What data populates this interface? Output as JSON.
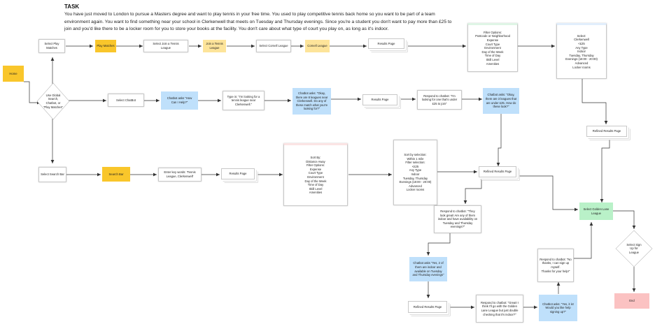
{
  "task": {
    "title": "TASK",
    "description": "You have just moved to London to pursue a Masters degree and want to play tennis in your free time. You used to play competitive tennis back home so you want to be part of a team environment again. You want to find something near your school in Clerkenwell that meets on Tuesday and Thursday evenings. Since you're a student you don't want to pay more than £25 to join and you'd like there to be a locker room for you to store your books at the facility. You don't care about what type of court you play on, as long as it's indoor."
  },
  "nodes": {
    "home": "Home",
    "decision_search": "Use Global\nSearch,\nChatbot, or\n\"Play Matches\"",
    "select_play_matches": "Select Play\nMatches",
    "play_matches": "Play Matches",
    "select_join_league": "Select Join a Tennis\nLeague",
    "join_league": "Join a Tennis\nLeague",
    "select_cornell": "Select Cornell League",
    "cornell_league": "Cornell League",
    "results_page_1": "Results Page",
    "filter_options_1": "Filter Options:\nPostcode or Neighborhood\nExpense\nCourt Type\nEnvironment\nDay of the Week\nTime of Day\nSkill Level\nAmenities",
    "select_filters_1": "Select:\nClerkenwell\n<£25\nAny Type\nIndoor\nTuesday, Thursday\nEvenings (18:00 - 20:00)\nAdvanced\nLocker rooms",
    "select_chatbot": "Select ChatBot",
    "chatbot_how_can_help": "Chatbot asks \"How\nCan I Help?\"",
    "type_looking": "Type in: \"I'm looking for a\ntennis league near\nClerkenwell.\"",
    "chatbot_okay_8": "Chatbot asks: \"Okay,\nthere are 8 leagues near\nClerkenwell. Do any of\nthese match what you're\nlooking for?\"",
    "results_page_2": "Results Page",
    "respond_under_25": "Respond to chatbot: \"I'm\nlooking for one that's under\n£25 to join\"",
    "chatbot_okay_3": "Chatbot asks: \"Okay,\nthere are 3 leagues that\nare under £25. How do\nthese look?\"",
    "refined_results_top": "Refined Results Page",
    "select_search_bar": "Select Search Bar",
    "search_bar": "Search Bar",
    "enter_key_words": "Enter key words: 'Tennis\nLeague, Clerkenwell'",
    "results_page_3": "Results Page",
    "sort_filter_options": "Sort By:\nDistance Away\nFilter Options:\nExpense\nCourt Type\nEnvironment\nDay of the Week\nTime of Day\nSkill Level\nAmenities",
    "sort_selection": "Sort by selection:\nWithin 1 mile\nFilter selection:\n<£25\nAny Type\nIndoor\nTuesday, Thursday\nEvenings (18:00 - 20:00)\nAdvanced\nLocker rooms",
    "refined_results_mid": "Refined Results Page",
    "respond_indoor": "Respond to chatbot: \"They\nlook great! Are any of them\nindoor and have availability on\nTuesday and Thursday\nevenings?\"",
    "select_golden_lane": "Select Golden Lane\nLeague",
    "chatbot_yes_2": "Chatbot asks \"Yes, 2 of\nthem are indoor and\navailable on Tuesday\nand Thursday evenings\"",
    "respond_no_thanks": "Respond to chatbot: \"No\nthanks, I can sign up myself.\nThanks for your help!\"",
    "decision_sign_up": "Select Sign\nUp for\nLeague",
    "refined_results_bottom": "Refined Results Page",
    "respond_golden_lane": "Respond to chatbot: \"Great! I\nthink I'll go with the Golden\nLane League but just double\nchecking that it's indoor?\"",
    "chatbot_yes_it_is": "Chatbot asks: \"Yes, it is!\nWould you like help\nsigning up?\"",
    "end": "End"
  }
}
